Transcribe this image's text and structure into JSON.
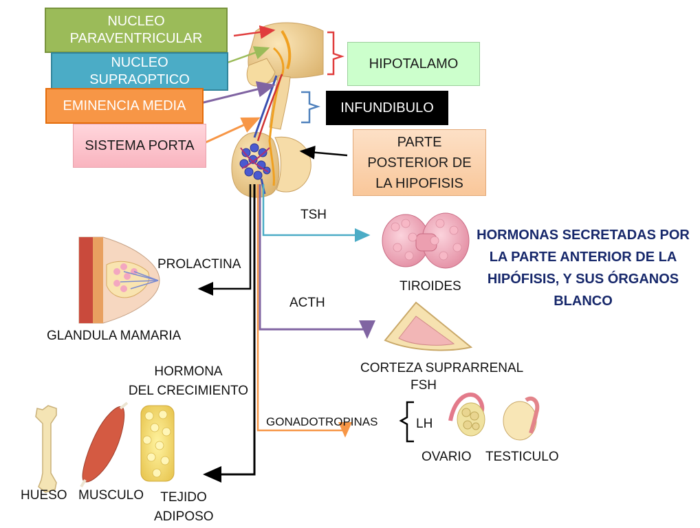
{
  "colors": {
    "paraventricular": "#9bbb59",
    "supraoptic": "#4bacc6",
    "eminencia": "#f79646",
    "porta": "#ffc7ce",
    "hipotalamo": "#ccffcc",
    "infundibulo": "#000000",
    "posterior": "#fcd5b5",
    "bracket_red": "#e03c3c",
    "bracket_blue": "#4f81bd",
    "tsh_line": "#4bacc6",
    "acth_line": "#8064a2",
    "gonad_line": "#f79646",
    "title_color": "#17286b"
  },
  "boxes": {
    "paraventricular": "NUCLEO PARAVENTRICULAR",
    "supraoptic": "NUCLEO SUPRAOPTICO",
    "eminencia": "EMINENCIA MEDIA",
    "porta": "SISTEMA PORTA",
    "hipotalamo": "HIPOTALAMO",
    "infundibulo": "INFUNDIBULO",
    "posterior": "PARTE POSTERIOR DE LA HIPOFISIS"
  },
  "hormones": {
    "tsh": "TSH",
    "prolactina": "PROLACTINA",
    "acth": "ACTH",
    "gh_line1": "HORMONA",
    "gh_line2": "DEL CRECIMIENTO",
    "gonadotropinas": "GONADOTROPINAS",
    "fsh": "FSH",
    "lh": "LH"
  },
  "organs": {
    "tiroides": "TIROIDES",
    "glandula": "GLANDULA MAMARIA",
    "corteza": "CORTEZA SUPRARRENAL",
    "ovario": "OVARIO",
    "testiculo": "TESTICULO",
    "hueso": "HUESO",
    "musculo": "MUSCULO",
    "tejido_line1": "TEJIDO",
    "tejido_line2": "ADIPOSO"
  },
  "title": "HORMONAS SECRETADAS POR LA PARTE ANTERIOR DE LA HIPÓFISIS, Y SUS ÓRGANOS BLANCO",
  "icons": [
    "hypothalamus-pituitary-illustration",
    "thyroid-icon",
    "breast-icon",
    "adrenal-cortex-icon",
    "ovary-icon",
    "testicle-icon",
    "bone-icon",
    "muscle-icon",
    "adipose-tissue-icon"
  ]
}
